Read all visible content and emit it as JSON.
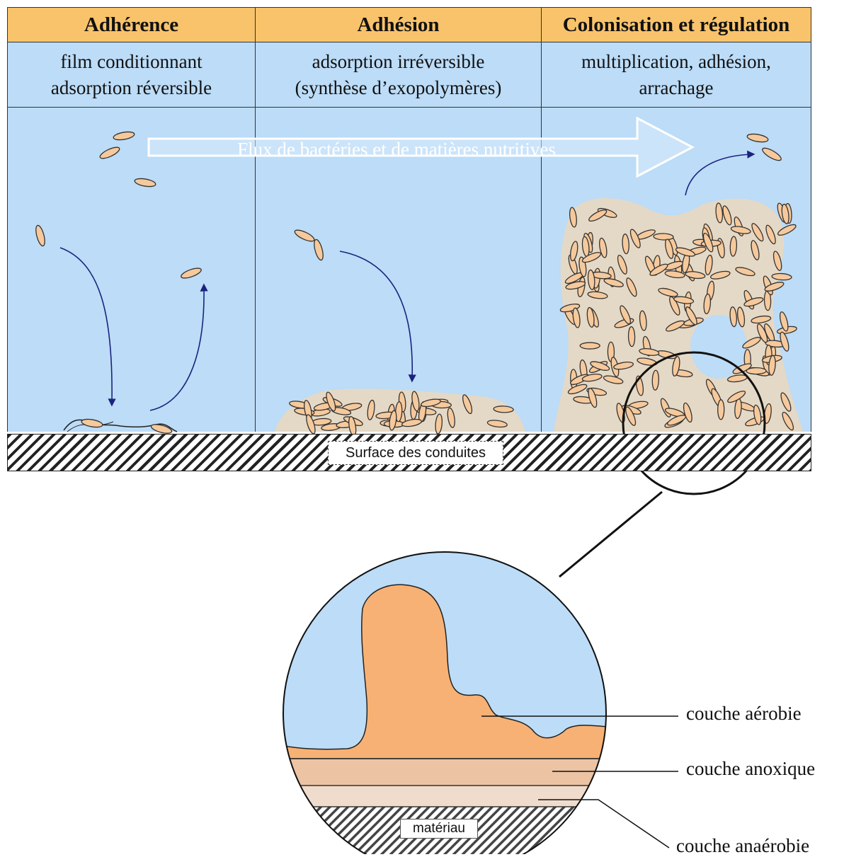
{
  "stages": [
    {
      "title": "Adhérence",
      "desc": [
        "film conditionnant",
        "adsorption réversible"
      ]
    },
    {
      "title": "Adhésion",
      "desc": [
        "adsorption irréversible",
        "(synthèse d’exopolymères)"
      ]
    },
    {
      "title": "Colonisation et régulation",
      "desc": [
        "multiplication, adhésion,",
        "arrachage"
      ]
    }
  ],
  "flow_arrow_label": "Flux de bactéries et de matières nutritives",
  "surface_label": "Surface des conduites",
  "zoom": {
    "layers": [
      "couche aérobie",
      "couche anoxique",
      "couche anaérobie"
    ],
    "material_label": "matériau"
  },
  "colors": {
    "header": "#f9c36b",
    "water": "#bcdcf7",
    "bacteria": "#f6c99c",
    "biofilm_matrix": "#e4d9c6",
    "aerobic": "#f8b174",
    "anoxic": "#ecc3a3",
    "anaerobic": "#f0dccd",
    "arrows": "#1a237e"
  }
}
